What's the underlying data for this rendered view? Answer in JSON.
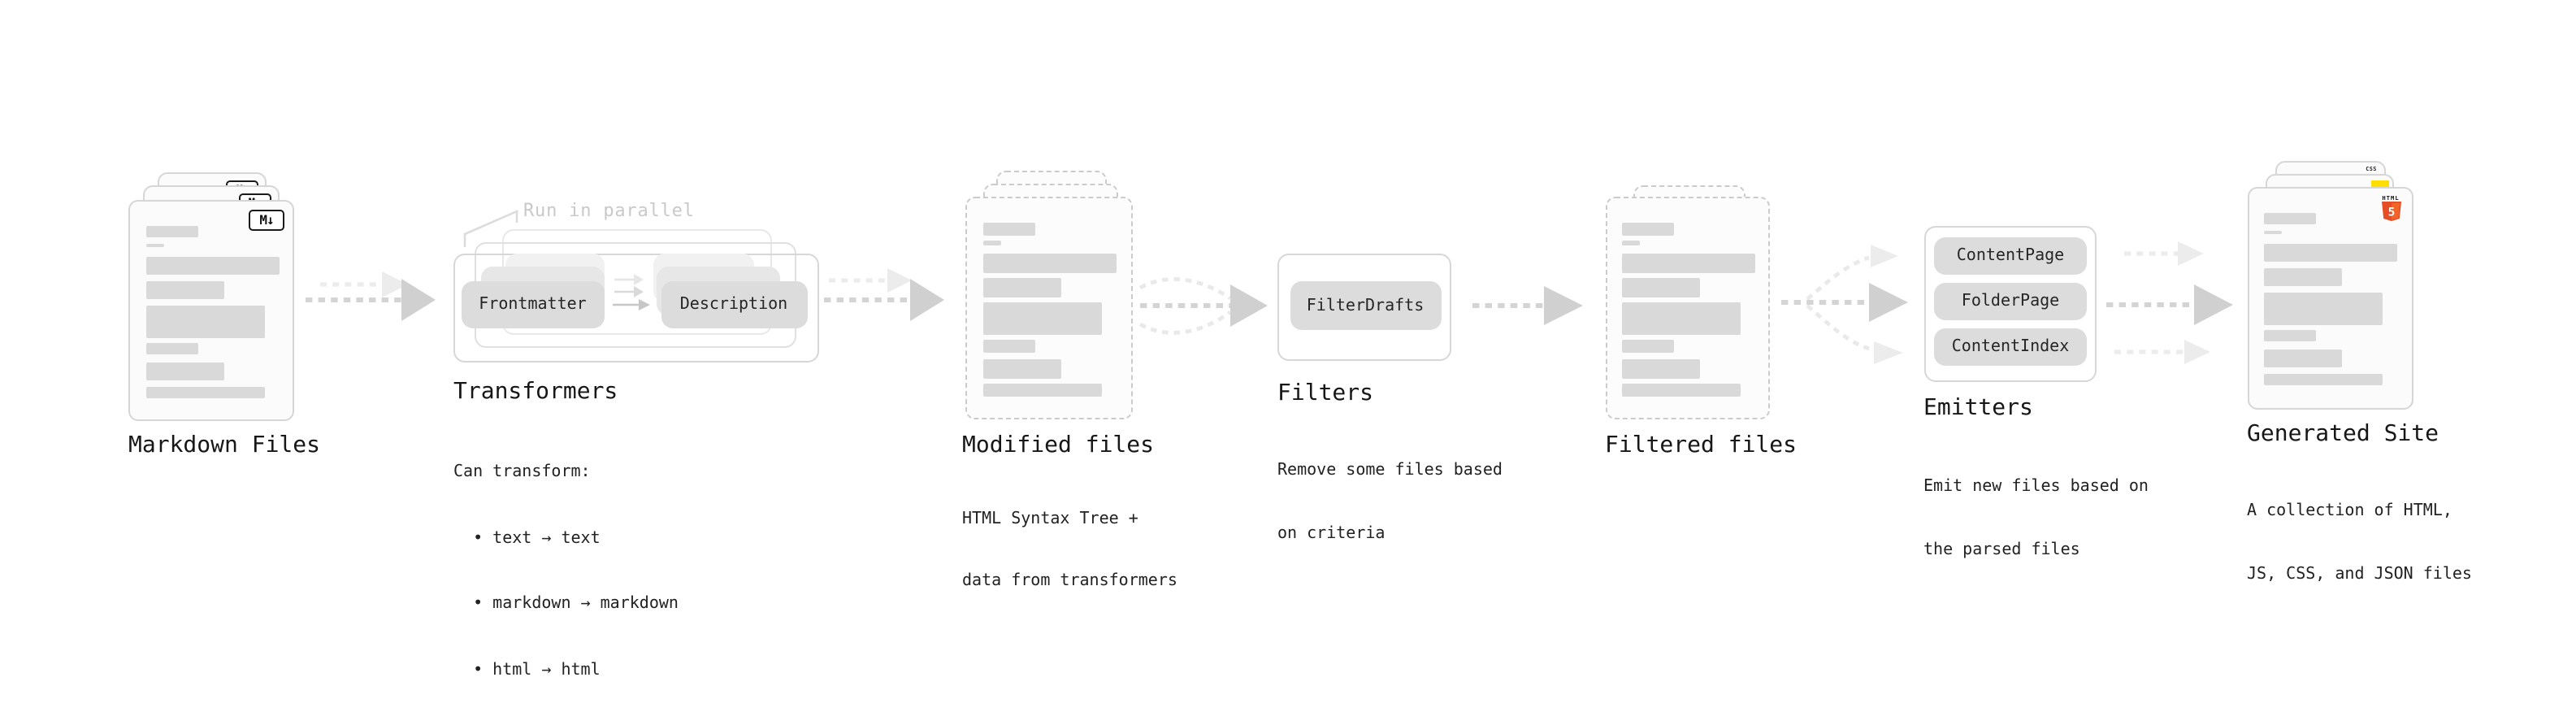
{
  "diagram": {
    "stages": [
      {
        "name": "markdown-files",
        "title": "Markdown Files"
      },
      {
        "name": "transformers",
        "title": "Transformers",
        "note": "Run in parallel",
        "buttons": [
          "Frontmatter",
          "Description"
        ],
        "body_lines": [
          "Can transform:",
          "  • text → text",
          "  • markdown → markdown",
          "  • html → html"
        ]
      },
      {
        "name": "modified-files",
        "title": "Modified files",
        "body_lines": [
          "HTML Syntax Tree +",
          "data from transformers"
        ]
      },
      {
        "name": "filters",
        "title": "Filters",
        "buttons": [
          "FilterDrafts"
        ],
        "body_lines": [
          "Remove some files based",
          "on criteria"
        ]
      },
      {
        "name": "filtered-files",
        "title": "Filtered files"
      },
      {
        "name": "emitters",
        "title": "Emitters",
        "buttons": [
          "ContentPage",
          "FolderPage",
          "ContentIndex"
        ],
        "body_lines": [
          "Emit new files based on",
          "the parsed files"
        ]
      },
      {
        "name": "generated-site",
        "title": "Generated Site",
        "body_lines": [
          "A collection of HTML,",
          "JS, CSS, and JSON files"
        ]
      }
    ],
    "icons": {
      "markdown_label": "M↓",
      "html5_word": "HTML",
      "html5_number": "5",
      "css_word": "CSS"
    },
    "colors": {
      "html5_orange": "#e44d26",
      "html5_orange_light": "#f16529",
      "js_yellow": "#ffde00",
      "css_blue": "#2a65f0",
      "bar_gray": "#d9d9d9",
      "arrow_gray": "#d0d0d0",
      "text_dark": "#171717",
      "note_gray": "#c9c9c9"
    }
  }
}
